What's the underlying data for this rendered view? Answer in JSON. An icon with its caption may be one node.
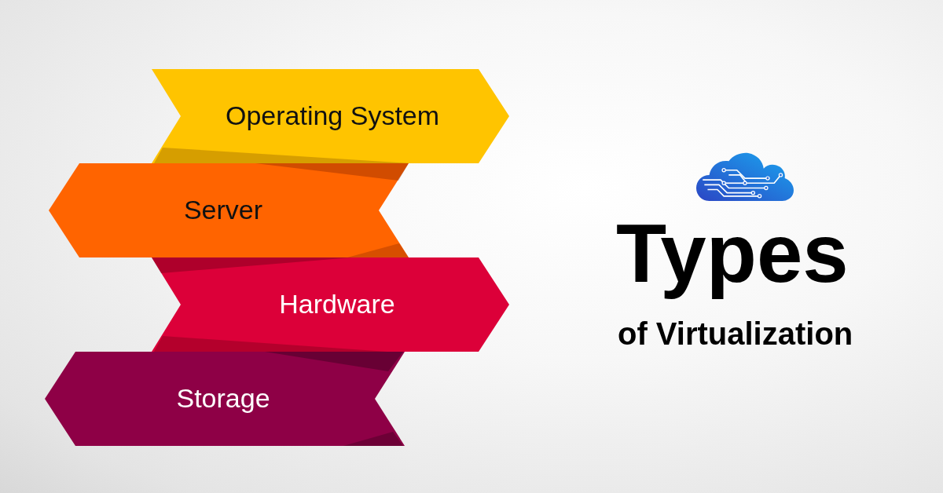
{
  "diagram": {
    "title": "Types",
    "nodes": [
      {
        "text": [
          "Operating System"
        ]
      },
      {
        "text": [
          "Server"
        ]
      },
      {
        "text": [
          "Hardware"
        ]
      },
      {
        "text": [
          "Storage"
        ]
      }
    ],
    "labels": [
      "of Virtualization"
    ]
  }
}
